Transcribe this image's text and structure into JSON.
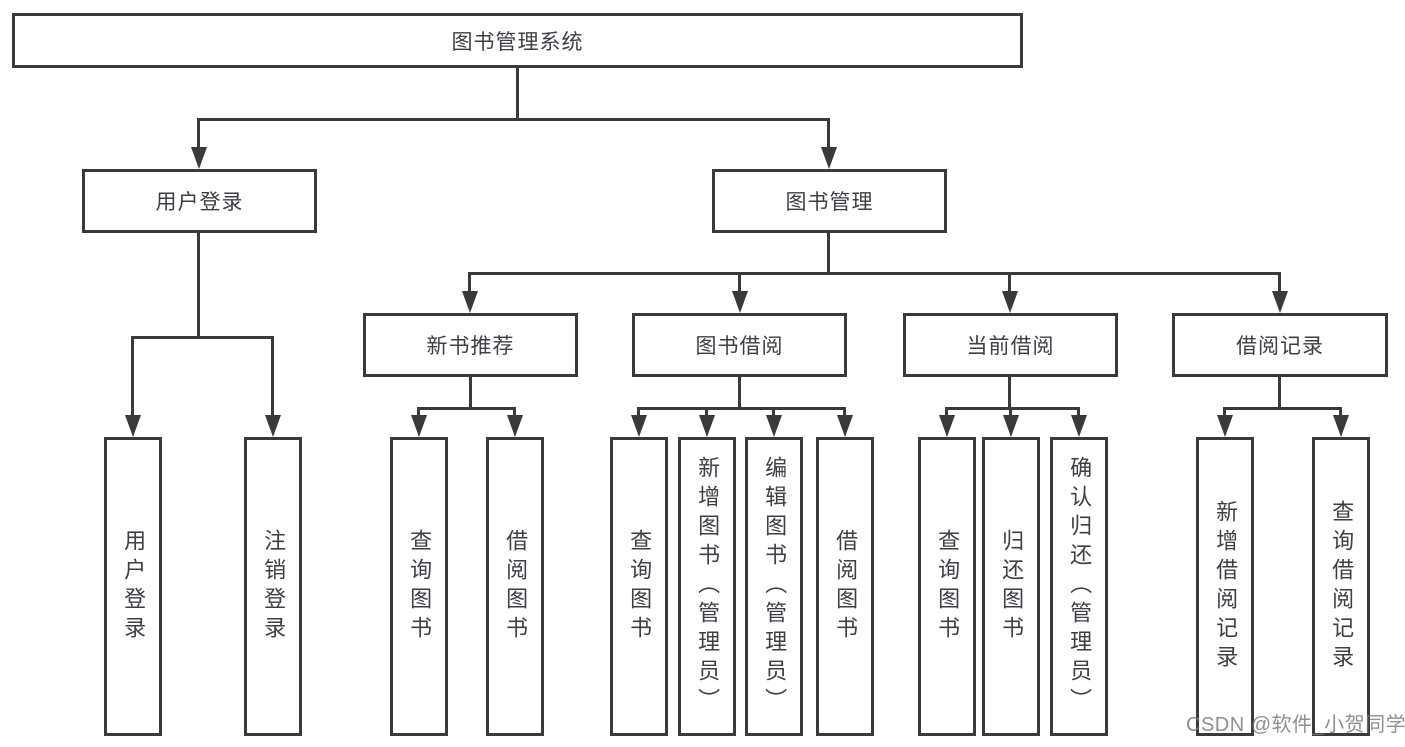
{
  "tree": {
    "label": "图书管理系统",
    "children": [
      {
        "label": "用户登录",
        "children": [
          {
            "label": "用户登录"
          },
          {
            "label": "注销登录"
          }
        ]
      },
      {
        "label": "图书管理",
        "children": [
          {
            "label": "新书推荐",
            "children": [
              {
                "label": "查询图书"
              },
              {
                "label": "借阅图书"
              }
            ]
          },
          {
            "label": "图书借阅",
            "children": [
              {
                "label": "查询图书"
              },
              {
                "label": "新增图书（管理员）"
              },
              {
                "label": "编辑图书（管理员）"
              },
              {
                "label": "借阅图书"
              }
            ]
          },
          {
            "label": "当前借阅",
            "children": [
              {
                "label": "查询图书"
              },
              {
                "label": "归还图书"
              },
              {
                "label": "确认归还（管理员）"
              }
            ]
          },
          {
            "label": "借阅记录",
            "children": [
              {
                "label": "新增借阅记录"
              },
              {
                "label": "查询借阅记录"
              }
            ]
          }
        ]
      }
    ]
  },
  "watermark": "CSDN @软件_小贺同学",
  "colors": {
    "line": "#3a3a3c",
    "text": "#3d3f44",
    "background": "#ffffff",
    "watermark": "#78787c"
  }
}
